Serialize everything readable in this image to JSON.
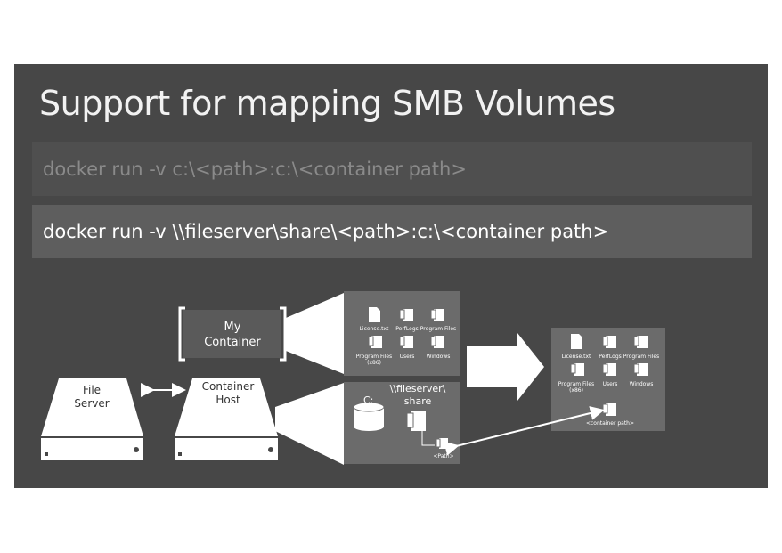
{
  "title": "Support for mapping SMB Volumes",
  "commands": {
    "local": "docker run -v c:\\<path>:c:\\<container path>",
    "smb": "docker run -v \\\\fileserver\\share\\<path>:c:\\<container path>"
  },
  "diagram": {
    "container_label": [
      "My",
      "Container"
    ],
    "file_server_label": [
      "File",
      "Server"
    ],
    "container_host_label": [
      "Container",
      "Host"
    ],
    "folder_items": [
      "License.txt",
      "PerfLogs",
      "Program Files",
      "Program Files (x86)",
      "Users",
      "Windows"
    ],
    "folder_items_line2": [
      "Program Files",
      "(x86)"
    ],
    "drive_label": "C:",
    "share_label": [
      "\\\\fileserver\\",
      "share"
    ],
    "path_label": "<Path>",
    "container_path_label": "<container path>"
  },
  "colors": {
    "slide_bg": "#474747",
    "panel_bg": "#6b6b6b",
    "white": "#ffffff"
  }
}
